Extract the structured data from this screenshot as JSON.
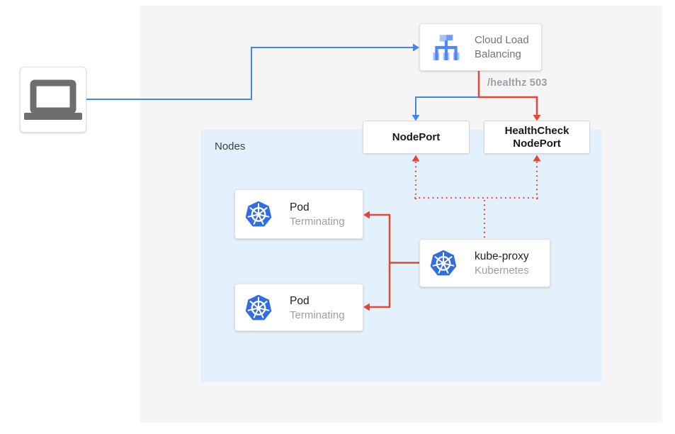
{
  "colors": {
    "blue": "#4285F4",
    "red": "#E94335",
    "k8s_blue": "#326CE5",
    "panel_bg": "#F5F5F6",
    "nodes_bg": "#E3F1FC",
    "text_dark": "#212121",
    "text_gray": "#9AA0A6",
    "laptop_gray": "#6E6E6E"
  },
  "diagram": {
    "client": {
      "icon": "laptop-icon"
    },
    "cloud_load_balancing": {
      "label": "Cloud Load Balancing",
      "icon": "cloud-load-balancing-icon"
    },
    "health_check_label": "/healthz 503",
    "nodeport": {
      "label": "NodePort"
    },
    "healthcheck_nodeport": {
      "label": "HealthCheck NodePort"
    },
    "nodes_region": {
      "label": "Nodes"
    },
    "pods": [
      {
        "title": "Pod",
        "status": "Terminating",
        "icon": "kubernetes-icon"
      },
      {
        "title": "Pod",
        "status": "Terminating",
        "icon": "kubernetes-icon"
      }
    ],
    "kube_proxy": {
      "title": "kube-proxy",
      "subtitle": "Kubernetes",
      "icon": "kubernetes-icon"
    }
  }
}
